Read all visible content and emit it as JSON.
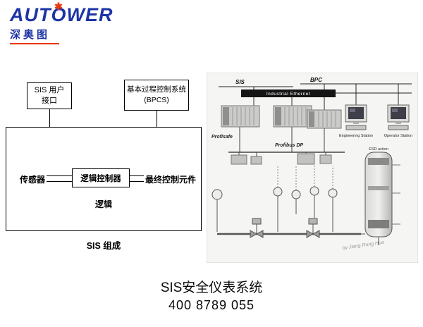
{
  "logo": {
    "brand_left": "AUT",
    "brand_o": "O",
    "brand_right": "WER",
    "subtitle": "深奥图"
  },
  "colors": {
    "brand_blue": "#1d34a6",
    "accent_red": "#e8380d"
  },
  "left_diagram": {
    "ui_line1": "SIS 用户",
    "ui_line2": "接口",
    "bpcs_line1": "基本过程控制系统",
    "bpcs_line2": "(BPCS)",
    "sensor": "传感器",
    "controller": "逻辑控制器",
    "final_element": "最终控制元件",
    "logic": "逻辑",
    "caption": "SIS 组成"
  },
  "right_diagram": {
    "sis": "SIS",
    "bpc": "BPC",
    "ethernet": "Industrial Ethernet",
    "profisafe": "Profisafe",
    "profibus": "Profibus DP",
    "engineering_station": "Engineering Station",
    "operator_station": "Operator Station",
    "esd": "ESD action",
    "watermark": "by Jiang Rong Hua"
  },
  "footer": {
    "title": "SIS安全仪表系统",
    "phone": "400 8789 055"
  }
}
